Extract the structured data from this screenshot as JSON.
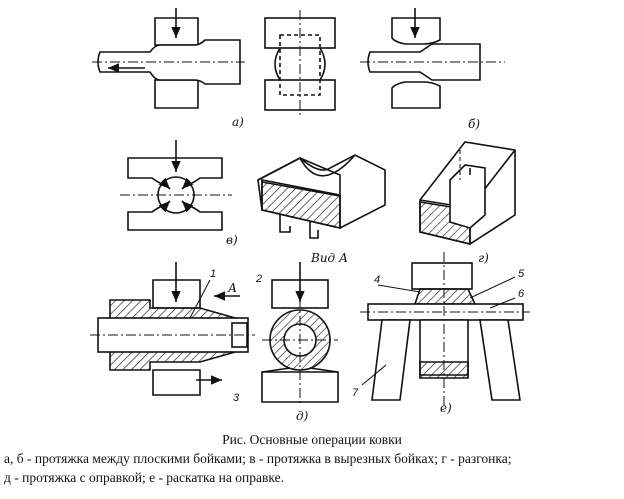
{
  "figure": {
    "panel_labels": {
      "a": "а)",
      "b": "б)",
      "v": "в)",
      "g": "г)",
      "d": "д)",
      "e": "е)"
    },
    "view_label": "Вид А",
    "arrow_label": "А",
    "part_numbers": [
      "1",
      "2",
      "3",
      "4",
      "5",
      "6",
      "7"
    ]
  },
  "caption": {
    "title": "Рис.   Основные операции ковки",
    "line1": "а, б - протяжка между плоскими бойками; в - протяжка в вырезных бойках; г - разгонка;",
    "line2": "д - протяжка с оправкой; е - раскатка на оправке."
  }
}
